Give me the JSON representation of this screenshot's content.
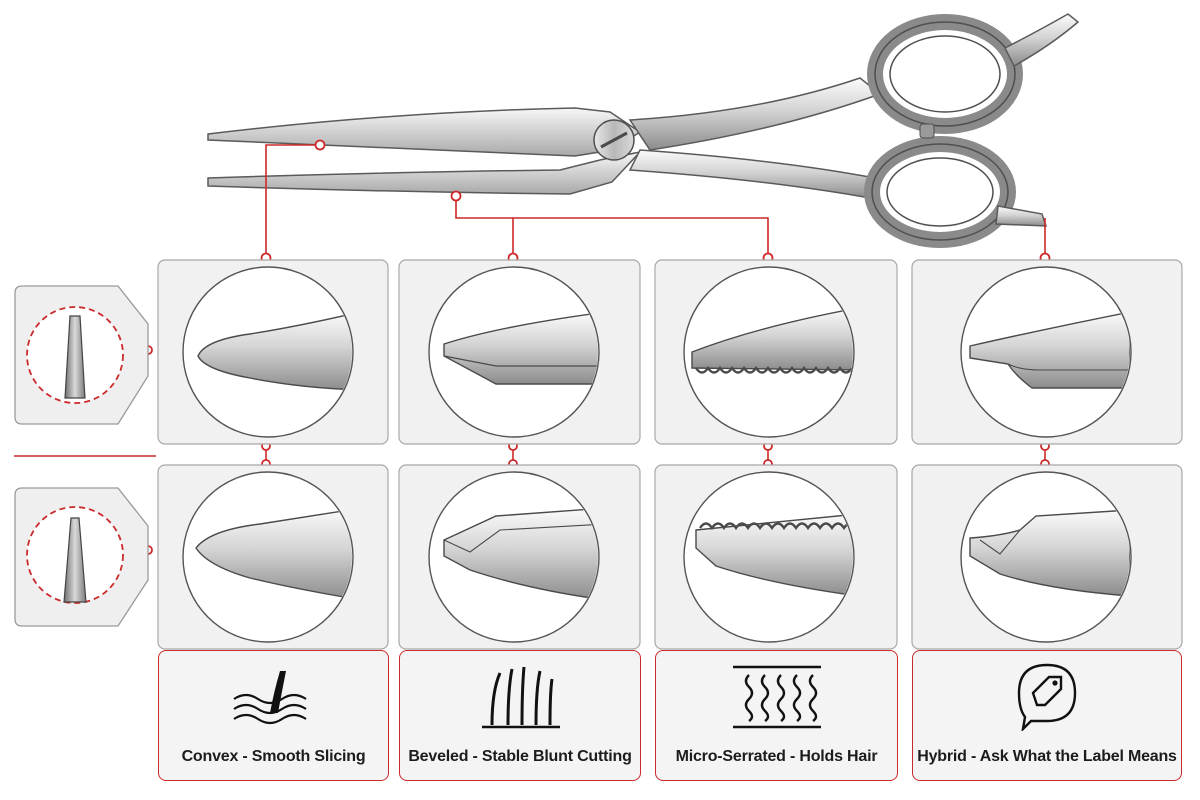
{
  "accent_color": "#cc2a2a",
  "panel_background": "#f1f1f1",
  "steel_colors": [
    "#f4f4f4",
    "#c9c9c9",
    "#8f8f8f"
  ],
  "labels": [
    {
      "text": "Convex - Smooth Slicing",
      "icon": "hair-strand-waves-icon"
    },
    {
      "text": "Beveled - Stable Blunt Cutting",
      "icon": "hair-strands-icon"
    },
    {
      "text": "Micro-Serrated - Holds Hair",
      "icon": "wavy-hair-grip-icon"
    },
    {
      "text": "Hybrid - Ask What the Label Means",
      "icon": "price-tag-speech-icon"
    }
  ],
  "edge_types": [
    "convex",
    "beveled",
    "micro-serrated",
    "hybrid"
  ]
}
